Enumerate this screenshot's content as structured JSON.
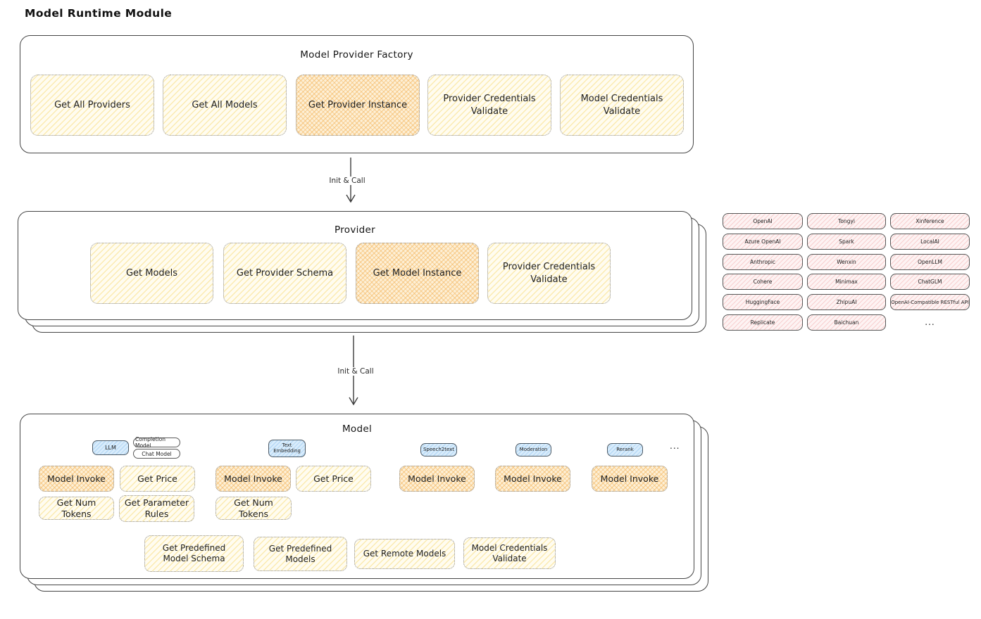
{
  "page": {
    "title": "Model Runtime Module"
  },
  "factory": {
    "title": "Model Provider Factory",
    "items": [
      {
        "label": "Get All Providers",
        "variant": "yellow"
      },
      {
        "label": "Get All Models",
        "variant": "yellow"
      },
      {
        "label": "Get Provider Instance",
        "variant": "orange"
      },
      {
        "label": "Provider Credentials Validate",
        "variant": "yellow"
      },
      {
        "label": "Model Credentials Validate",
        "variant": "yellow"
      }
    ]
  },
  "arrows": {
    "first": "Init & Call",
    "second": "Init & Call"
  },
  "provider": {
    "title": "Provider",
    "items": [
      {
        "label": "Get Models",
        "variant": "yellow"
      },
      {
        "label": "Get Provider Schema",
        "variant": "yellow"
      },
      {
        "label": "Get Model Instance",
        "variant": "orange"
      },
      {
        "label": "Provider Credentials Validate",
        "variant": "yellow"
      }
    ]
  },
  "providers_panel": {
    "items": [
      "OpenAI",
      "Tongyi",
      "Xinference",
      "Azure OpenAI",
      "Spark",
      "LocalAI",
      "Anthropic",
      "Wenxin",
      "OpenLLM",
      "Cohere",
      "Minimax",
      "ChatGLM",
      "HuggingFace",
      "ZhipuAI",
      "OpenAI-Compatible RESTful API",
      "Replicate",
      "Baichuan"
    ],
    "more": "..."
  },
  "model": {
    "title": "Model",
    "tabs": {
      "llm": "LLM",
      "completion": "Completion Model",
      "chat": "Chat Model",
      "text_embedding": "Text Embedding",
      "speech2text": "Speech2text",
      "moderation": "Moderation",
      "rerank": "Rerank",
      "more": "..."
    },
    "actions": {
      "model_invoke": "Model Invoke",
      "get_price": "Get Price",
      "get_num_tokens": "Get Num Tokens",
      "get_parameter_rules": "Get Parameter Rules"
    },
    "bottom": [
      {
        "label": "Get Predefined Model Schema"
      },
      {
        "label": "Get Predefined Models"
      },
      {
        "label": "Get Remote Models"
      },
      {
        "label": "Model Credentials Validate"
      }
    ]
  },
  "colors": {
    "yellow_fill": "#fdf6dd",
    "orange_fill": "#fbe3b6",
    "pink_fill": "#fdeaea",
    "blue_fill": "#d9ecfb",
    "stroke": "#454545"
  }
}
